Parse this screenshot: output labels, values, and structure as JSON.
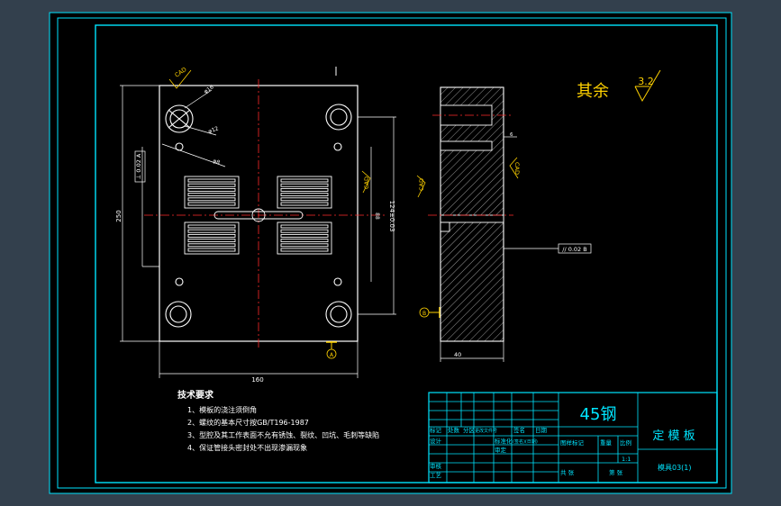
{
  "roughness": {
    "label": "其余",
    "value": "3.2"
  },
  "tech_requirements": {
    "title": "技术要求",
    "items": [
      "1、模板的浇注须倒角",
      "2、螺纹的基本尺寸按GB/T196-1987",
      "3、型腔及其工作表面不允有锈蚀、裂纹、凹坑、毛刺等缺陷",
      "4、保证管接头密封处不出现渗漏现象"
    ]
  },
  "title_block": {
    "material": "45钢",
    "part_name": "定 模 板",
    "drawing_no": "模具03(1)",
    "scale": "1:1",
    "headers_row1": [
      "标记",
      "处数",
      "分区",
      "更改文件号",
      "签名",
      "日期"
    ],
    "design": "设计",
    "standardize": "标准化",
    "standardize_date": "(签名)(日期)",
    "stage_mark": "图样标记",
    "weight": "重量",
    "ratio": "比例",
    "review": "审核",
    "craft": "工艺",
    "approve": "审定",
    "total_sheets": "共  张",
    "sheet_no": "第  张"
  },
  "annotations": {
    "cad_mark": "CAD",
    "dim_width": "160",
    "dim_height": "250",
    "dim_inner": "124±0.03",
    "dim_thickness": "40",
    "dim_phi16": "φ16",
    "dim_phi12": "φ12",
    "dim_hole": "φ8",
    "tolerance_left": "⊥ 0.02 A",
    "tolerance_right": "// 0.02 B",
    "datum_a": "A",
    "datum_b": "B",
    "dim_88": "88",
    "dim_6": "6"
  },
  "colors": {
    "paper": "#000000",
    "frame": "#00e5ff",
    "drawing": "#ffffff",
    "centerline": "#ff2a2a",
    "dimension": "#00e5ff",
    "annotation": "#ffd200",
    "hatch": "#ffffff"
  }
}
